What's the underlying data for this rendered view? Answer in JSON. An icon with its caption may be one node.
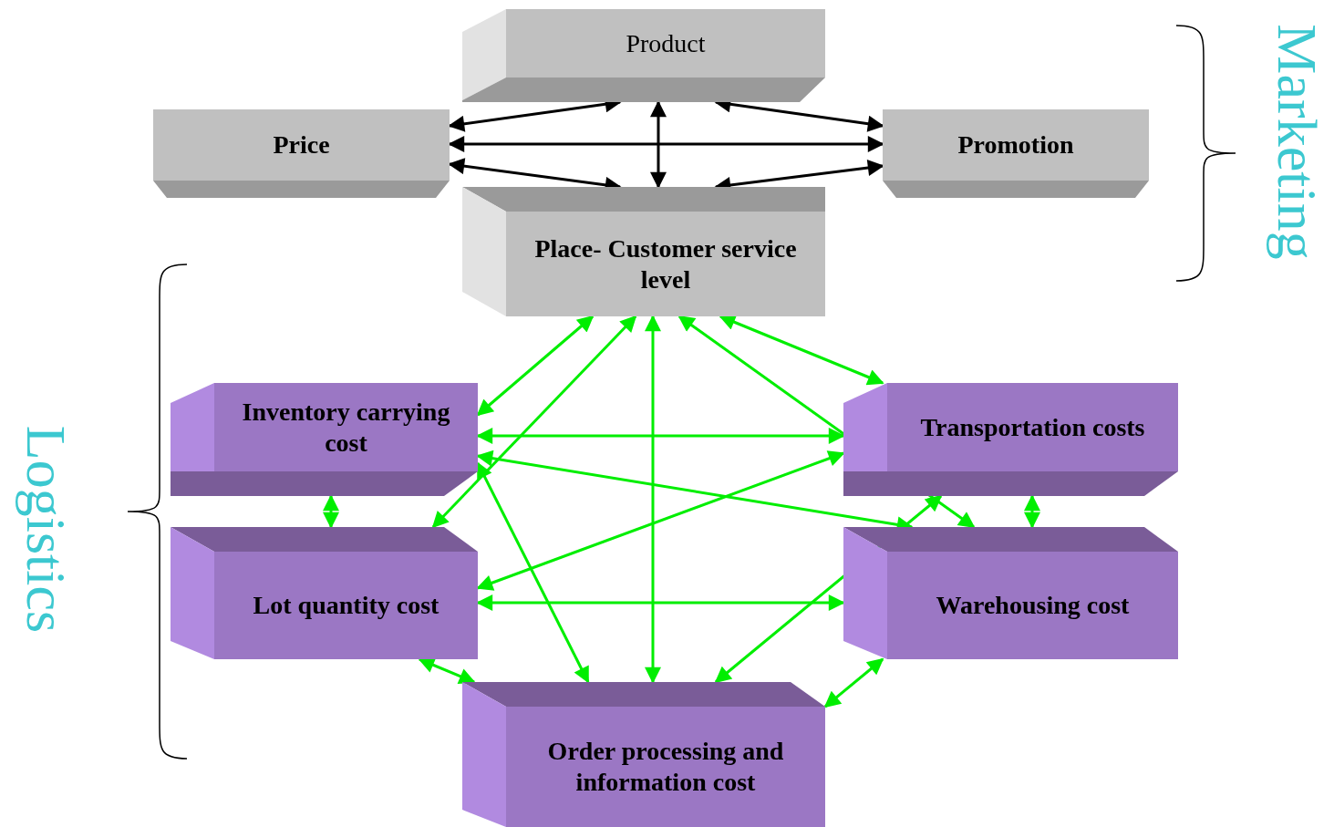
{
  "diagram": {
    "nodes": [
      {
        "text": [
          "Product"
        ]
      },
      {
        "text": [
          "Price"
        ]
      },
      {
        "text": [
          "Promotion"
        ]
      },
      {
        "text": [
          "Place- Customer service level"
        ]
      },
      {
        "text": [
          "Inventory carrying cost"
        ]
      },
      {
        "text": [
          "Transportation costs"
        ]
      },
      {
        "text": [
          "Lot quantity cost"
        ]
      },
      {
        "text": [
          "Warehousing cost"
        ]
      },
      {
        "text": [
          "Order processing and information cost"
        ]
      }
    ],
    "edges": [
      {
        "from": 0,
        "to": 1,
        "arrow": "both",
        "color": "#000000"
      },
      {
        "from": 0,
        "to": 2,
        "arrow": "both",
        "color": "#000000"
      },
      {
        "from": 0,
        "to": 3,
        "arrow": "both",
        "color": "#000000"
      },
      {
        "from": 1,
        "to": 2,
        "arrow": "both",
        "color": "#000000"
      },
      {
        "from": 1,
        "to": 3,
        "arrow": "both",
        "color": "#000000"
      },
      {
        "from": 2,
        "to": 3,
        "arrow": "both",
        "color": "#000000"
      },
      {
        "from": 3,
        "to": 4,
        "arrow": "both"
      },
      {
        "from": 3,
        "to": 6,
        "arrow": "both"
      },
      {
        "from": 3,
        "to": 8,
        "arrow": "both"
      },
      {
        "from": 3,
        "to": 7,
        "arrow": "both"
      },
      {
        "from": 3,
        "to": 5,
        "arrow": "both"
      },
      {
        "from": 4,
        "to": 5,
        "arrow": "both"
      },
      {
        "from": 4,
        "to": 6,
        "arrow": "both"
      },
      {
        "from": 4,
        "to": 7,
        "arrow": "both"
      },
      {
        "from": 4,
        "to": 8,
        "arrow": "both"
      },
      {
        "from": 5,
        "to": 6,
        "arrow": "both"
      },
      {
        "from": 5,
        "to": 7,
        "arrow": "both"
      },
      {
        "from": 6,
        "to": 7,
        "arrow": "both"
      },
      {
        "from": 6,
        "to": 8,
        "arrow": "both"
      },
      {
        "from": 5,
        "to": 8,
        "arrow": "both"
      },
      {
        "from": 7,
        "to": 8,
        "arrow": "both"
      }
    ],
    "labels": [
      "Marketing",
      "Logistics"
    ]
  }
}
